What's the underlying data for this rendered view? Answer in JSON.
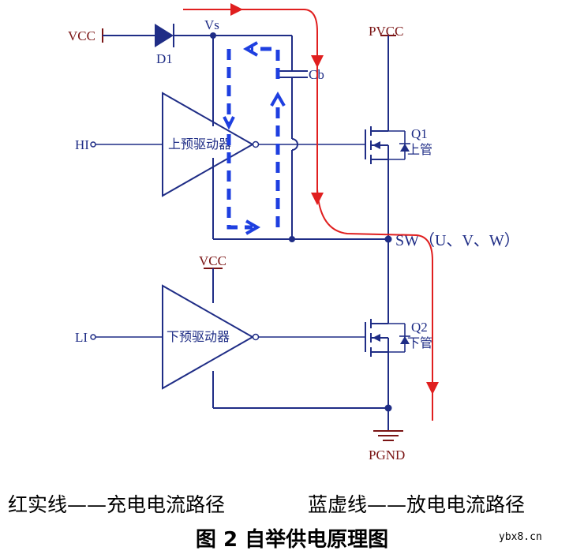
{
  "labels": {
    "vcc_top": "VCC",
    "vcc_mid": "VCC",
    "pvcc": "PVCC",
    "pgnd": "PGND",
    "diode": "D1",
    "vs": "Vs",
    "cap": "Cb",
    "hi": "HI",
    "li": "LI",
    "q1": "Q1",
    "q1_role": "上管",
    "q2": "Q2",
    "q2_role": "下管",
    "sw_node": "SW（U、V、W）",
    "high_driver": "上预驱动器",
    "low_driver": "下预驱动器"
  },
  "legend": {
    "red_line": "红实线——充电电流路径",
    "blue_line": "蓝虚线——放电电流路径"
  },
  "caption": "图 2  自举供电原理图",
  "watermark": "ybx8.cn",
  "colors": {
    "wire": "#1f2d86",
    "charge_path": "#e01f1f",
    "discharge_path": "#1e3fe0",
    "supply": "#7a1414"
  }
}
